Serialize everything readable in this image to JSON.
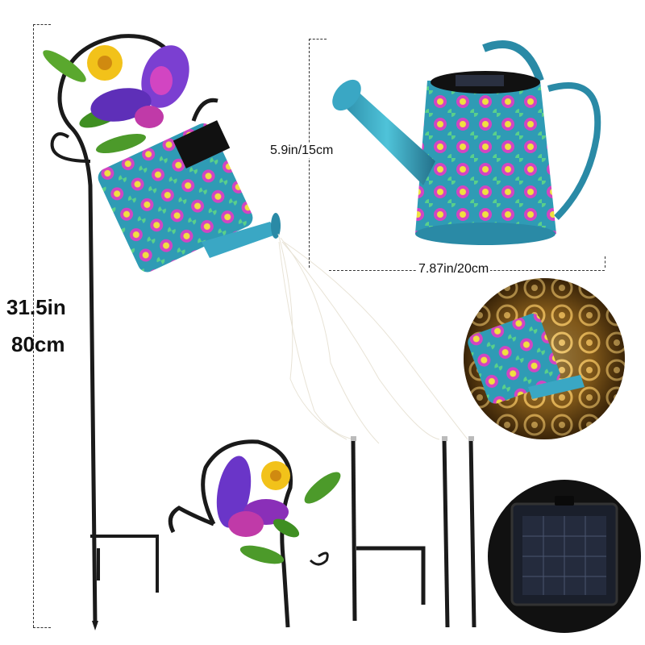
{
  "dimensions": {
    "height_in": "31.5in",
    "height_cm": "80cm",
    "can_height": "5.9in/15cm",
    "can_width": "7.87in/20cm"
  },
  "colors": {
    "stake": "#1a1a1a",
    "can_teal": "#3aa7c4",
    "can_dark": "#1f6f8b",
    "flower_pink": "#e040c8",
    "flower_yellow": "#f2c21a",
    "butterfly_purple": "#7b3fd1",
    "leaf_green": "#4c9a2a",
    "glow_amber": "#f1c56a",
    "night_bg": "#2b1a05",
    "solar_panel": "#1a1f2b"
  }
}
